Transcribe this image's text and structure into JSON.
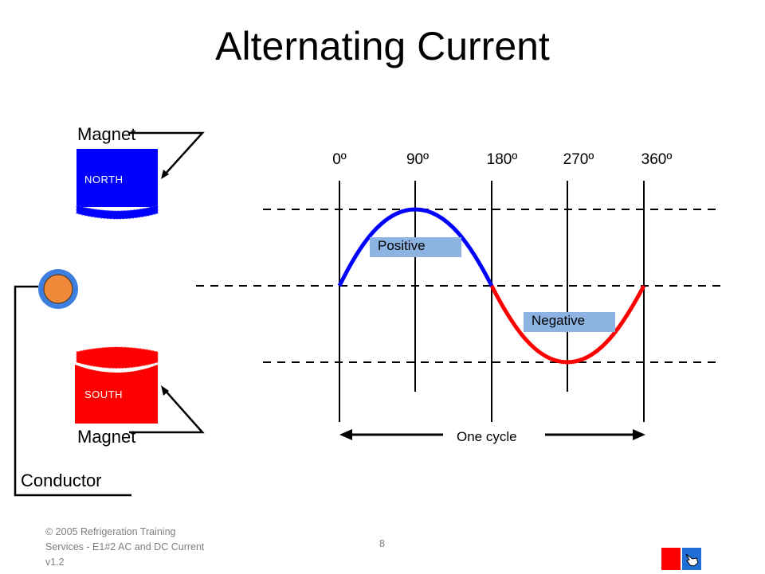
{
  "slide": {
    "title": "Alternating Current"
  },
  "labels": {
    "magnet_top": "Magnet",
    "magnet_bottom": "Magnet",
    "north": "NORTH",
    "south": "SOUTH",
    "conductor": "Conductor"
  },
  "wave": {
    "degrees": [
      "0º",
      "90º",
      "180º",
      "270º",
      "360º"
    ],
    "positive_label": "Positive",
    "negative_label": "Negative",
    "cycle_label": "One cycle",
    "positive_color": "#0000ff",
    "negative_color": "#ff0000",
    "tag_color": "#8db3e2"
  },
  "footer": {
    "copyright": "© 2005 Refrigeration Training Services - E1#2 AC and DC Current v1.2",
    "page_number": "8"
  },
  "nav": [
    {
      "icon": "red-square-icon",
      "color": "#ff0000"
    },
    {
      "icon": "hand-pointer-icon",
      "color": "#1f6fd6"
    }
  ]
}
